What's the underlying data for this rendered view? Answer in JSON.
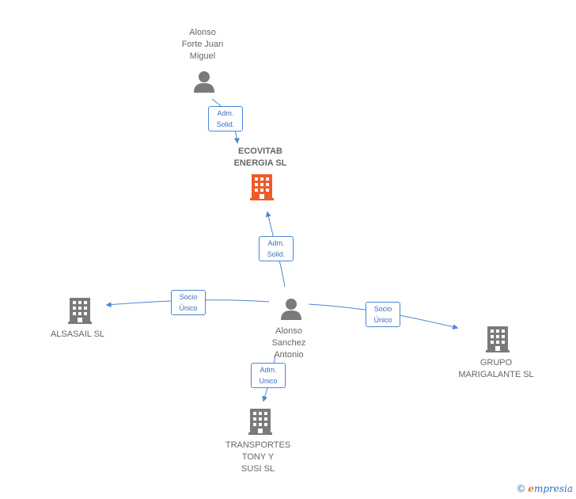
{
  "nodes": {
    "alonso_forte": {
      "label": "Alonso\nForte Juan\nMiguel",
      "type": "person"
    },
    "ecovitab": {
      "label": "ECOVITAB\nENERGIA  SL",
      "type": "company-focus"
    },
    "alonso_sanchez": {
      "label": "Alonso\nSanchez\nAntonio",
      "type": "person"
    },
    "alsasail": {
      "label": "ALSASAIL SL",
      "type": "company"
    },
    "grupo": {
      "label": "GRUPO\nMARIGALANTE SL",
      "type": "company"
    },
    "transportes": {
      "label": "TRANSPORTES\nTONY Y\nSUSI  SL",
      "type": "company"
    }
  },
  "edges": {
    "e1": {
      "label": "Adm.\nSolid."
    },
    "e2": {
      "label": "Adm.\nSolid."
    },
    "e3": {
      "label": "Socio\nÚnico"
    },
    "e4": {
      "label": "Socio\nÚnico"
    },
    "e5": {
      "label": "Adm.\nUnico"
    }
  },
  "colors": {
    "person": "#7a7a7a",
    "company": "#7a7a7a",
    "focus": "#f05a28",
    "edge": "#4a86d4"
  },
  "footer": {
    "copyright": "©",
    "brand_e": "e",
    "brand_rest": "mpresia"
  }
}
